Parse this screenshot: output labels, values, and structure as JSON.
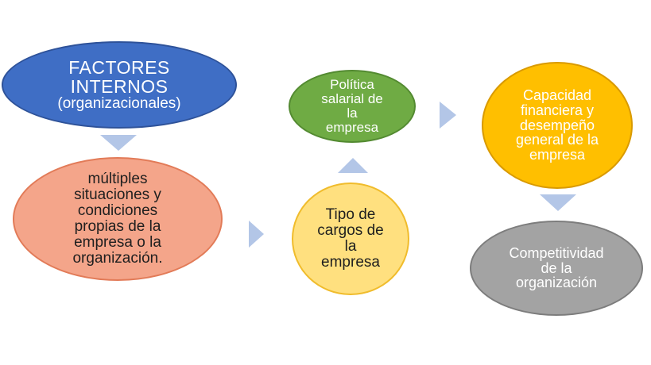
{
  "nodes": {
    "factores": {
      "line1": "FACTORES",
      "line2": "INTERNOS",
      "line3": "(organizacionales)",
      "color": "#3f6ec5"
    },
    "multiples": {
      "lines": [
        "múltiples",
        "situaciones y",
        "condiciones",
        "propias de la",
        "empresa o la",
        "organización."
      ],
      "color": "#f4a58a"
    },
    "politica": {
      "lines": [
        "Política",
        "salarial de",
        "la",
        "empresa"
      ],
      "color": "#6fab44"
    },
    "tipo": {
      "lines": [
        "Tipo de",
        "cargos de",
        "la",
        "empresa"
      ],
      "color": "#ffe07f"
    },
    "capacidad": {
      "lines": [
        "Capacidad",
        "financiera y",
        "desempeño",
        "general de la",
        "empresa"
      ],
      "color": "#ffbf00"
    },
    "competitividad": {
      "lines": [
        "Competitividad",
        "de la",
        "organización"
      ],
      "color": "#a3a3a3"
    }
  },
  "arrow_color": "#b3c6e7"
}
